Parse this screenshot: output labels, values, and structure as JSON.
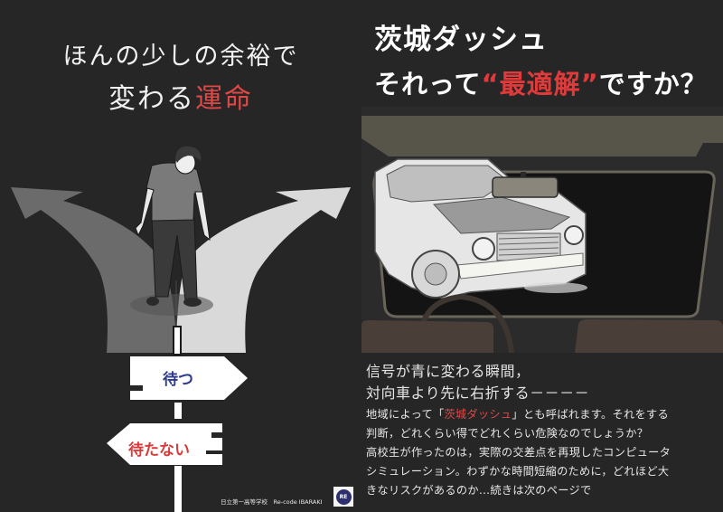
{
  "left_page": {
    "headline_line1": "ほんの少しの余裕で",
    "headline_line2_prefix": "変わる",
    "headline_line2_accent": "運命",
    "signpost": {
      "sign_right_label": "待つ",
      "sign_left_label": "待たない"
    },
    "footer_credit": "日立第一高等学校　Re-code IBARAKI",
    "logo_text": "RE"
  },
  "right_page": {
    "headline_line1": "茨城ダッシュ",
    "headline_line2_prefix": "それって",
    "headline_line2_accent": "“最適解”",
    "headline_line2_suffix": "ですか？",
    "body": {
      "lead_line1": "信号が青に変わる瞬間，",
      "lead_line2": "対向車より先に右折する－－－－",
      "p_line1_prefix": "地域によって「",
      "p_line1_accent": "茨城ダッシュ",
      "p_line1_suffix": "」とも呼ばれます。それをする",
      "p_line2": "判断，どれくらい得でどれくらい危険なのでしょうか？",
      "p_line3": "高校生が作ったのは，実際の交差点を再現したコンピュータ",
      "p_line4": "シミュレーション。わずかな時間短縮のために，どれほど大",
      "p_line5": "きなリスクがあるのか…続きは次のページで"
    }
  },
  "colors": {
    "background": "#262626",
    "accent_red": "#e04848",
    "sign_blue": "#2e3a8c",
    "logo_navy": "#2d2f6e"
  }
}
